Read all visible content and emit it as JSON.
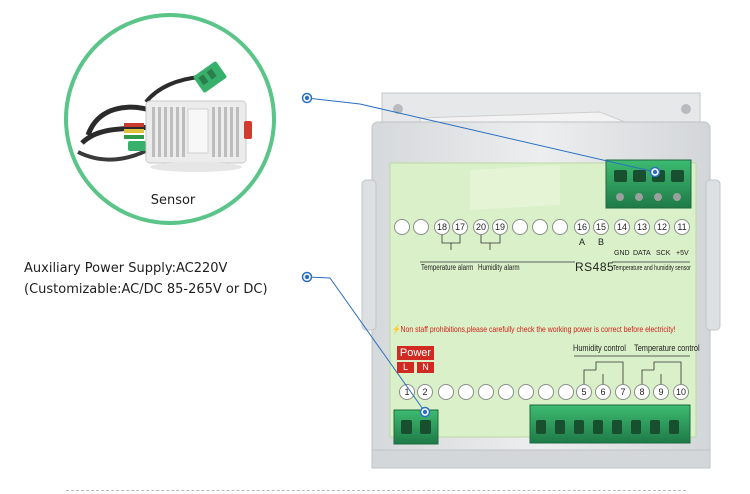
{
  "sensor": {
    "label": "Sensor"
  },
  "power_caption": {
    "line1": "Auxiliary Power Supply:AC220V",
    "line2": "(Customizable:AC/DC 85-265V or DC)"
  },
  "device": {
    "top_terminals": {
      "alarm_pins": [
        "18",
        "17",
        "20",
        "19"
      ],
      "right_pins": [
        "16",
        "15",
        "14",
        "13",
        "12",
        "11"
      ],
      "letters": [
        "A",
        "B"
      ],
      "signals": [
        "GND",
        "DATA",
        "SCK",
        "+5V"
      ],
      "temperature_alarm": "Temperature alarm",
      "humidity_alarm": "Humidity alarm",
      "rs485": "RS485",
      "sensor_label": "Temperature and humidity sensor"
    },
    "warning": "Non staff prohibitions,please carefully check the working power is correct before electricity!",
    "power": {
      "title": "Power",
      "l": "L",
      "n": "N"
    },
    "bottom_terminals": {
      "power_pins": [
        "1",
        "2"
      ],
      "control_pins": [
        "5",
        "6",
        "7",
        "8",
        "9",
        "10"
      ],
      "humidity_control": "Humidity control",
      "temperature_control": "Temperature control"
    }
  },
  "colors": {
    "ring_green": "#5bc489",
    "label_green": "#d9f0c8",
    "terminal_green": "#2f9a5f",
    "warning_red": "#d2221b",
    "leader_blue": "#2a6fc2"
  }
}
